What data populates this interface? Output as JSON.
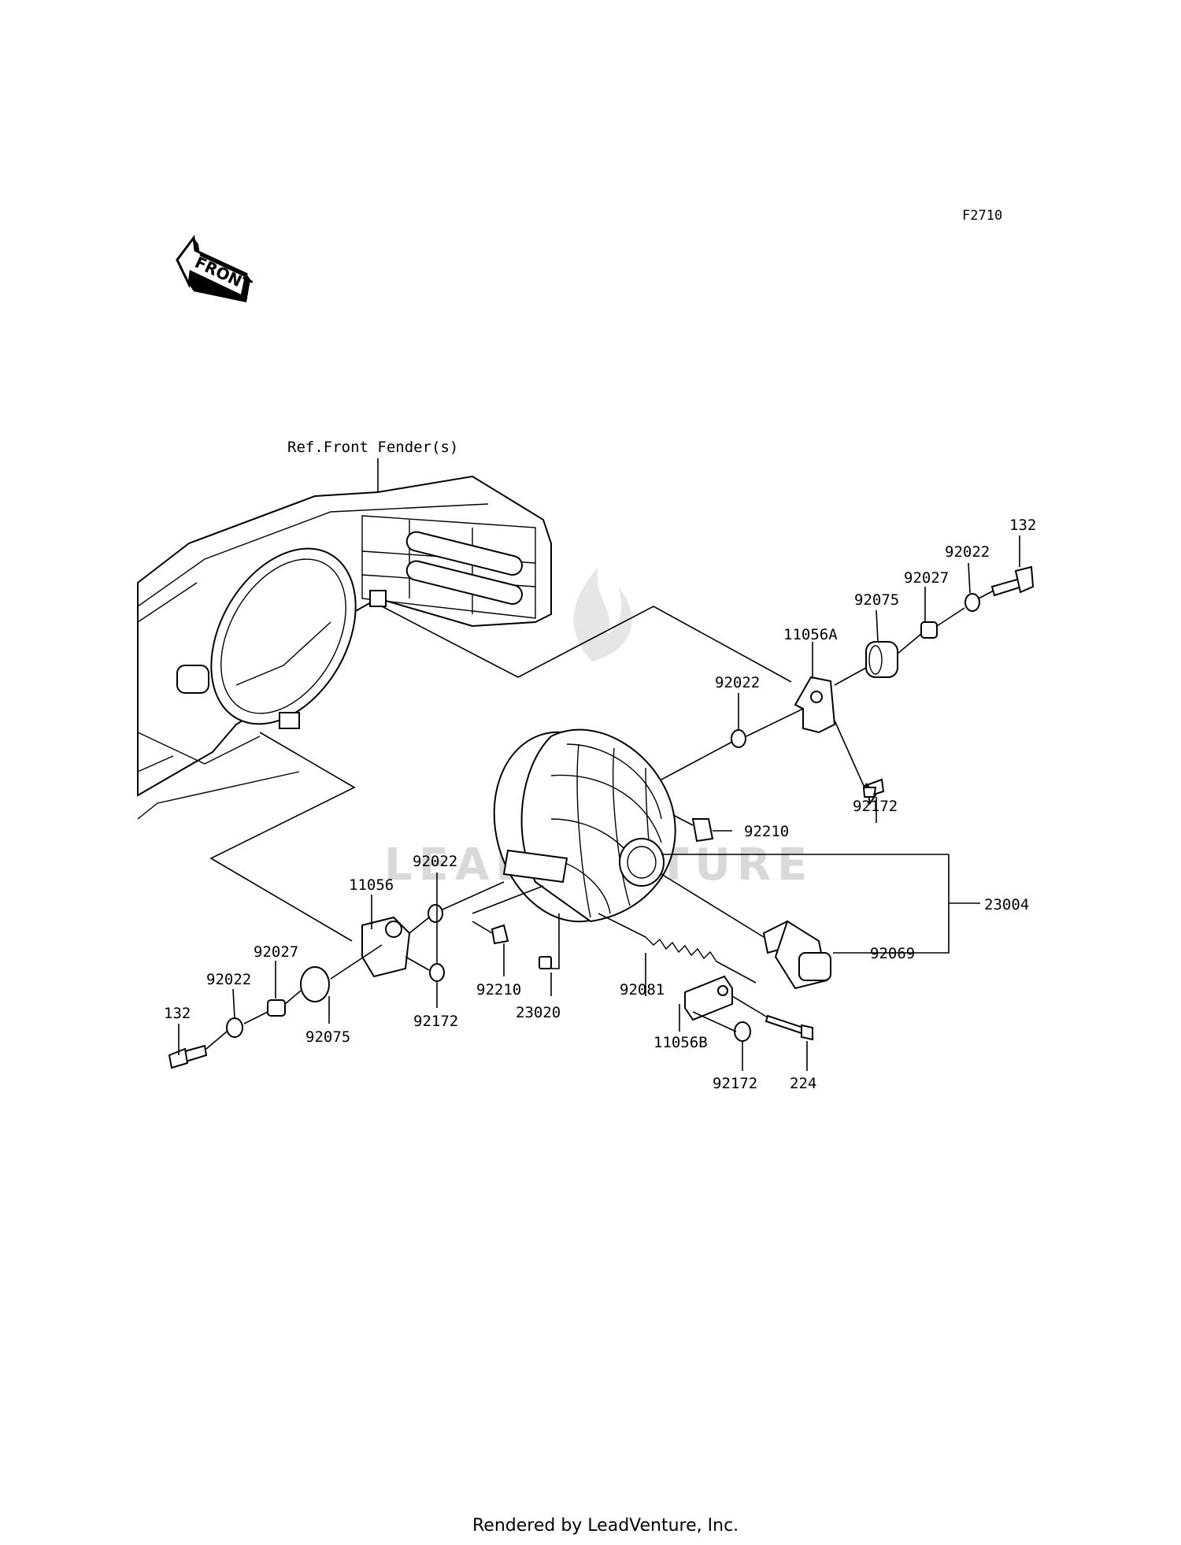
{
  "figure_code": "F2710",
  "front_label": "FRONT",
  "reference_label": "Ref.Front Fender(s)",
  "watermark": "LEADVENTURE",
  "footer": "Rendered by LeadVenture, Inc.",
  "callouts": {
    "c132_r": "132",
    "c92022_r": "92022",
    "c92027_r": "92027",
    "c92075_r": "92075",
    "c11056A": "11056A",
    "c92022_m": "92022",
    "c92172_r": "92172",
    "c92210_r": "92210",
    "c23004": "23004",
    "c92069": "92069",
    "c92022_l": "92022",
    "c11056": "11056",
    "c92027_l": "92027",
    "c92022_ll": "92022",
    "c132_l": "132",
    "c92075_l": "92075",
    "c92172_l": "92172",
    "c92210_l": "92210",
    "c23020": "23020",
    "c92081": "92081",
    "c11056B": "11056B",
    "c92172_b": "92172",
    "c224": "224"
  }
}
